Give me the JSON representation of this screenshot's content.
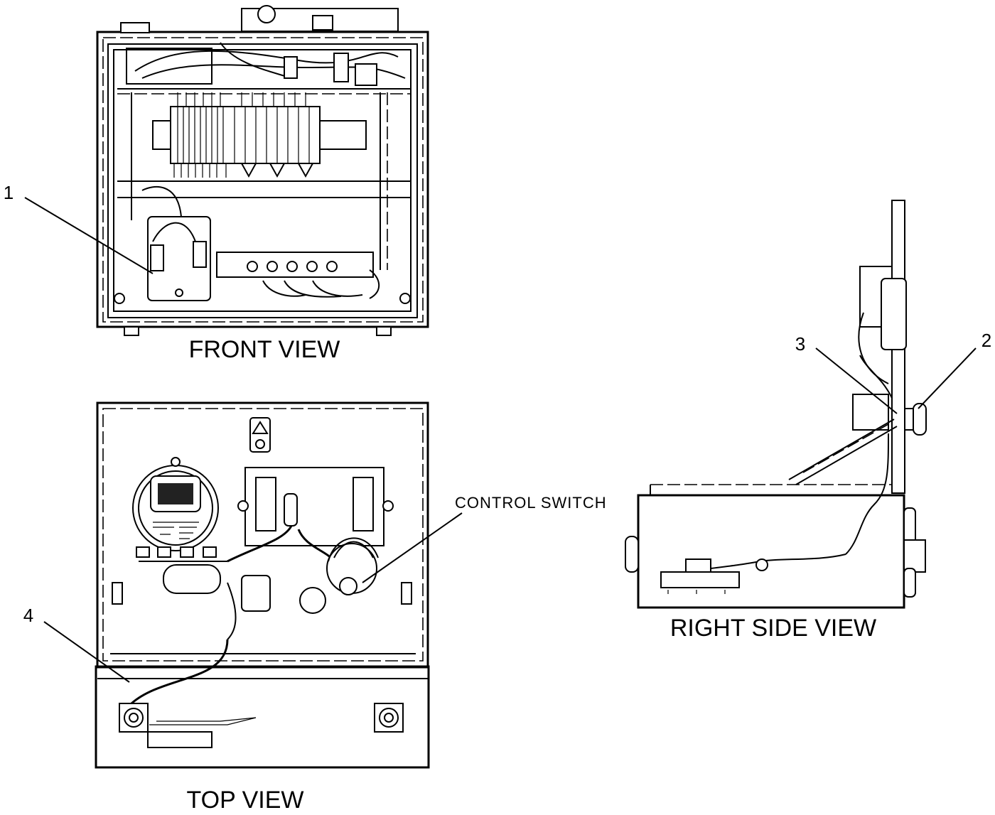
{
  "views": {
    "front": {
      "title": "FRONT VIEW"
    },
    "top": {
      "title": "TOP VIEW"
    },
    "right_side": {
      "title": "RIGHT SIDE VIEW"
    }
  },
  "callouts": {
    "c1": "1",
    "c2": "2",
    "c3": "3",
    "c4": "4"
  },
  "labels": {
    "control_switch": "CONTROL SWITCH"
  }
}
